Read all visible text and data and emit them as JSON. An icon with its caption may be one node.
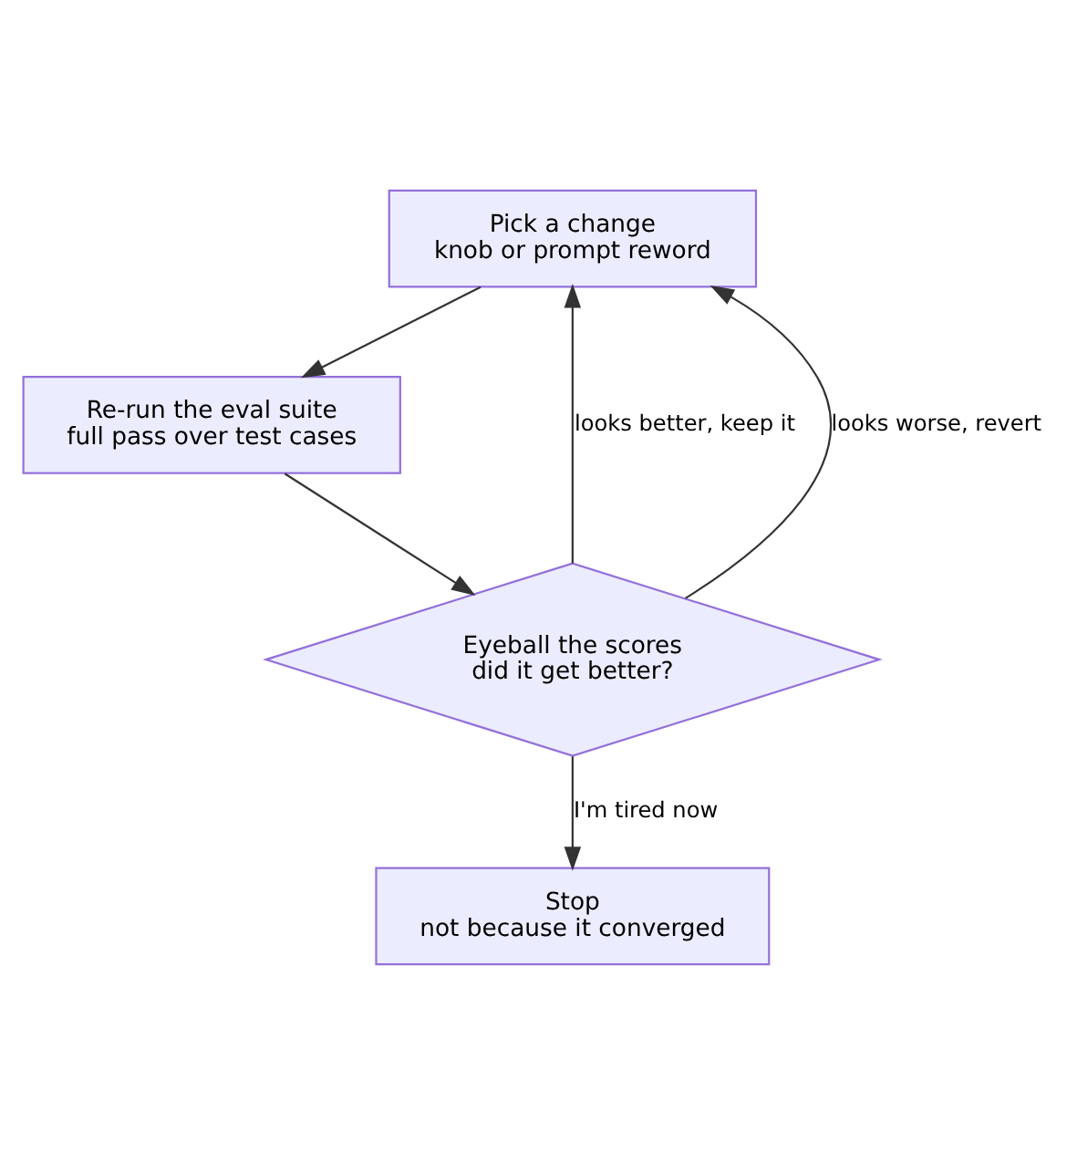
{
  "diagram": {
    "nodes": [
      {
        "text": [
          "Pick a change",
          "knob or prompt reword"
        ]
      },
      {
        "text": [
          "Re-run the eval suite",
          "full pass over test cases"
        ]
      },
      {
        "text": [
          "Eyeball the scores",
          "did it get better?"
        ]
      },
      {
        "text": [
          "Stop",
          "not because it converged"
        ]
      }
    ],
    "edges": [
      {
        "from": 0,
        "to": 1,
        "arrow": "to"
      },
      {
        "from": 1,
        "to": 2,
        "arrow": "to"
      },
      {
        "from": 2,
        "to": 0,
        "arrow": "to",
        "label": "looks better, keep it"
      },
      {
        "from": 2,
        "to": 0,
        "arrow": "to",
        "label": "looks worse, revert"
      },
      {
        "from": 2,
        "to": 3,
        "arrow": "to",
        "label": "I'm tired now"
      }
    ]
  }
}
